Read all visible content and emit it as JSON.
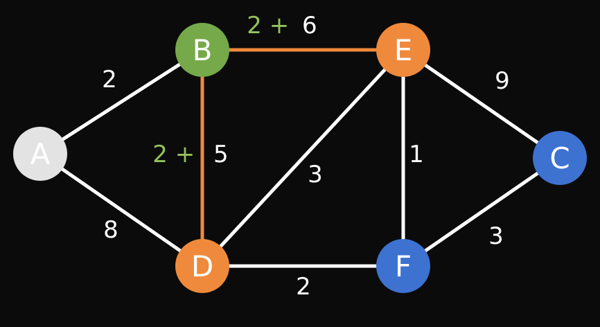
{
  "colors": {
    "background": "#0b0b0b",
    "edge_default": "#ffffff",
    "edge_highlight": "#ef8a3c",
    "node_gray": "#e3e3e3",
    "node_green": "#76a94a",
    "node_orange": "#ef8a3c",
    "node_blue": "#3d72d1",
    "label_white": "#ffffff",
    "label_green": "#93c35a"
  },
  "nodes": [
    {
      "id": "A",
      "label": "A",
      "color": "#e3e3e3"
    },
    {
      "id": "B",
      "label": "B",
      "color": "#76a94a"
    },
    {
      "id": "E",
      "label": "E",
      "color": "#ef8a3c"
    },
    {
      "id": "C",
      "label": "C",
      "color": "#3d72d1"
    },
    {
      "id": "D",
      "label": "D",
      "color": "#ef8a3c"
    },
    {
      "id": "F",
      "label": "F",
      "color": "#3d72d1"
    }
  ],
  "edges": [
    {
      "from": "A",
      "to": "B",
      "weight": "2",
      "highlight": false
    },
    {
      "from": "A",
      "to": "D",
      "weight": "8",
      "highlight": false
    },
    {
      "from": "B",
      "to": "E",
      "weight": "6",
      "prefix": "2 +",
      "highlight": true
    },
    {
      "from": "B",
      "to": "D",
      "weight": "5",
      "prefix": "2 +",
      "highlight": true
    },
    {
      "from": "D",
      "to": "E",
      "weight": "3",
      "highlight": false
    },
    {
      "from": "E",
      "to": "F",
      "weight": "1",
      "highlight": false
    },
    {
      "from": "E",
      "to": "C",
      "weight": "9",
      "highlight": false
    },
    {
      "from": "F",
      "to": "C",
      "weight": "3",
      "highlight": false
    },
    {
      "from": "D",
      "to": "F",
      "weight": "2",
      "highlight": false
    }
  ]
}
